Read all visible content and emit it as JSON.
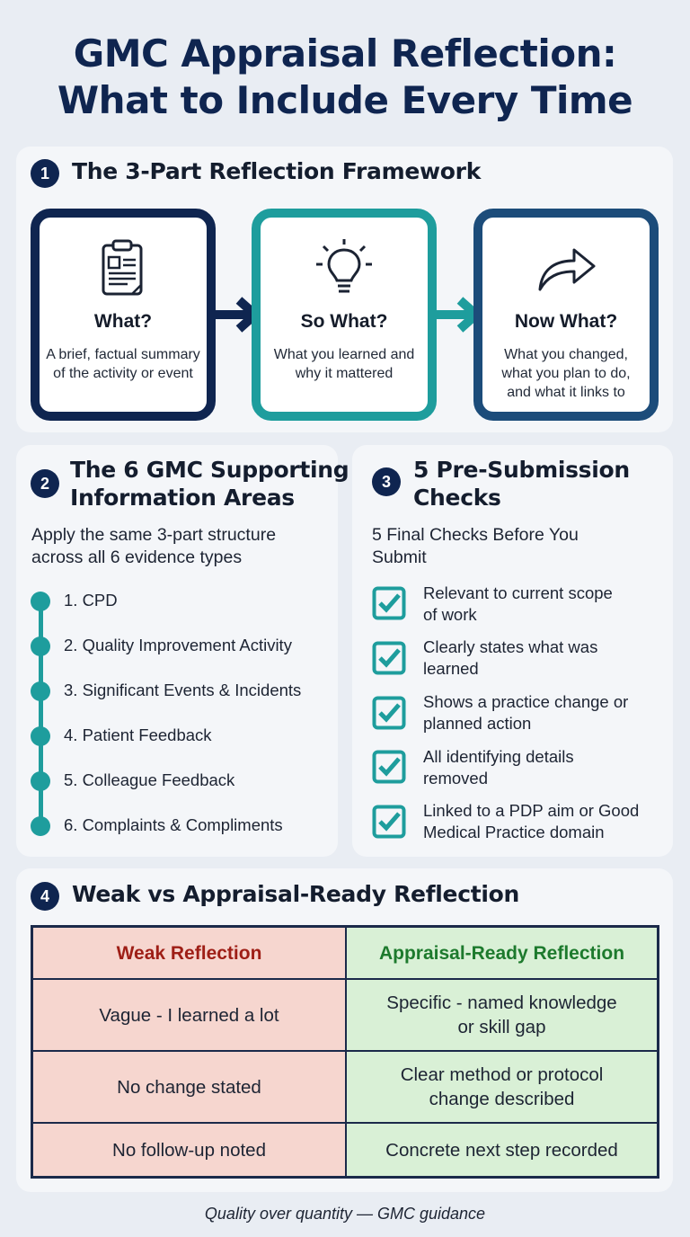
{
  "title": {
    "line1": "GMC Appraisal Reflection:",
    "line2": "What to Include Every Time"
  },
  "section1": {
    "number": "1",
    "title": "The 3-Part Reflection Framework",
    "steps": [
      {
        "heading": "What?",
        "description": "A brief, factual summary of the activity or event",
        "icon": "clipboard-icon",
        "color": "#0f2550"
      },
      {
        "heading": "So What?",
        "description": "What you learned and why it mattered",
        "icon": "lightbulb-icon",
        "color": "#1e9d9d"
      },
      {
        "heading": "Now What?",
        "description": "What you changed, what you plan to do, and what it links to",
        "icon": "forward-arrow-icon",
        "color": "#1c4c7a"
      }
    ]
  },
  "section2": {
    "number": "2",
    "title_line1": "The 6 GMC Supporting",
    "title_line2": "Information Areas",
    "subtitle_line1": "Apply the same 3-part structure",
    "subtitle_line2": "across all 6 evidence types",
    "areas": [
      "1. CPD",
      "2. Quality Improvement Activity",
      "3. Significant Events & Incidents",
      "4. Patient Feedback",
      "5. Colleague Feedback",
      "6. Complaints & Compliments"
    ]
  },
  "section3": {
    "number": "3",
    "title_line1": "5 Pre-Submission",
    "title_line2": "Checks",
    "subtitle_line1": "5 Final Checks Before You",
    "subtitle_line2": "Submit",
    "checks": [
      {
        "line1": "Relevant to current scope",
        "line2": "of work"
      },
      {
        "line1": "Clearly states what was",
        "line2": "learned"
      },
      {
        "line1": "Shows a practice change or",
        "line2": "planned action"
      },
      {
        "line1": "All identifying details",
        "line2": "removed"
      },
      {
        "line1": "Linked to a PDP aim or Good",
        "line2": "Medical Practice domain"
      }
    ]
  },
  "section4": {
    "number": "4",
    "title": "Weak vs Appraisal-Ready Reflection",
    "headers": {
      "weak": "Weak Reflection",
      "ready": "Appraisal-Ready Reflection"
    },
    "rows": [
      {
        "weak": "Vague - I learned a lot",
        "ready_line1": "Specific - named knowledge",
        "ready_line2": "or skill gap"
      },
      {
        "weak": "No change stated",
        "ready_line1": "Clear method or protocol",
        "ready_line2": "change described"
      },
      {
        "weak": "No follow-up noted",
        "ready_line1": "Concrete next step recorded",
        "ready_line2": ""
      }
    ]
  },
  "footer": "Quality over quantity — GMC guidance",
  "colors": {
    "navy": "#0f2550",
    "teal": "#1e9d9d",
    "steel": "#1c4c7a",
    "weak_bg": "#f6d6cf",
    "ready_bg": "#d9f0d6"
  }
}
